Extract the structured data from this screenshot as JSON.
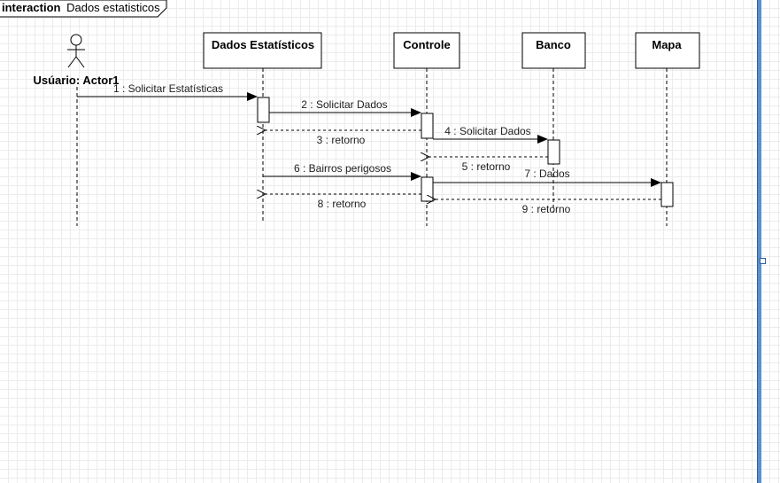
{
  "frame": {
    "keyword": "interaction",
    "name": "Dados estatisticos"
  },
  "actor": {
    "label": "Usúario: Actor1"
  },
  "lifelines": [
    {
      "id": "dados",
      "name": "Dados Estatísticos"
    },
    {
      "id": "controle",
      "name": "Controle"
    },
    {
      "id": "banco",
      "name": "Banco"
    },
    {
      "id": "mapa",
      "name": "Mapa"
    }
  ],
  "messages": [
    {
      "text": "1 : Solicitar Estatísticas",
      "kind": "sync"
    },
    {
      "text": "2 : Solicitar Dados",
      "kind": "sync"
    },
    {
      "text": "3 : retorno",
      "kind": "return"
    },
    {
      "text": "4 : Solicitar Dados",
      "kind": "sync"
    },
    {
      "text": "5 : retorno",
      "kind": "return"
    },
    {
      "text": "6 : Bairros perigosos",
      "kind": "sync"
    },
    {
      "text": "7 : Dados",
      "kind": "sync"
    },
    {
      "text": "8 : retorno",
      "kind": "return"
    },
    {
      "text": "9 : retorno",
      "kind": "return"
    }
  ],
  "colors": {
    "selection_border": "#5b8fd1",
    "grid": "#ececec"
  }
}
